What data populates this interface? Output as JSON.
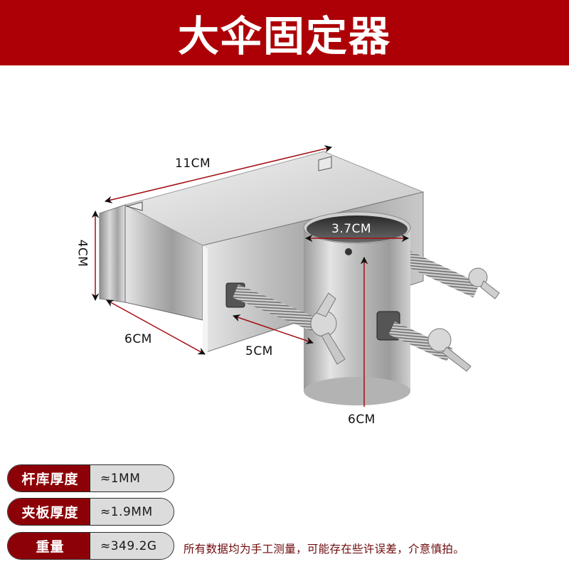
{
  "header": {
    "title": "大伞固定器",
    "background_color": "#ad0006"
  },
  "product": {
    "image_alt": "stainless-steel umbrella bracket with tube clamp and wing-nut bolts",
    "dimensions": {
      "length": "11CM",
      "height": "4CM",
      "depth": "6CM",
      "bolt_length": "5CM",
      "tube_diameter": "3.7CM",
      "tube_height": "6CM"
    },
    "annotation_color": "#a30d12"
  },
  "specs": [
    {
      "label": "杆库厚度",
      "value": "≈1MM"
    },
    {
      "label": "夹板厚度",
      "value": "≈1.9MM"
    },
    {
      "label": "重量",
      "value": "≈349.2G"
    }
  ],
  "spec_colors": {
    "label_bg": "#8c0007",
    "value_bg": "#dcdcdc"
  },
  "disclaimer": "所有数据均为手工测量，可能存在些许误差，介意慎拍。"
}
